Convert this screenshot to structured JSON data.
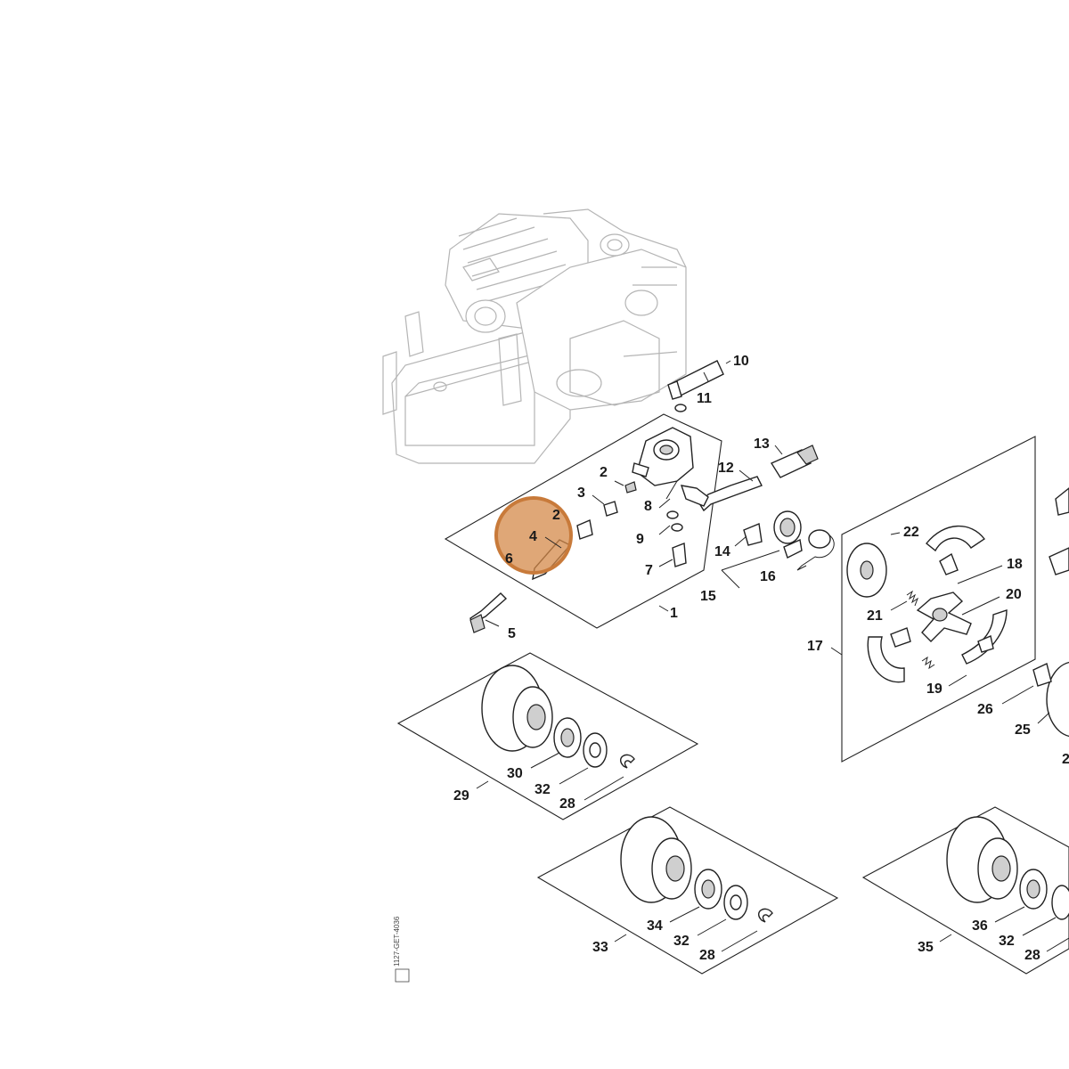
{
  "diagram": {
    "labels": {
      "n1": "1",
      "n2": "2",
      "n2b": "2",
      "n3": "3",
      "n4": "4",
      "n5": "5",
      "n6": "6",
      "n7": "7",
      "n8": "8",
      "n9": "9",
      "n10": "10",
      "n11": "11",
      "n12": "12",
      "n13": "13",
      "n14": "14",
      "n15": "15",
      "n16": "16",
      "n17": "17",
      "n18": "18",
      "n19": "19",
      "n20": "20",
      "n21": "21",
      "n22": "22",
      "n25": "25",
      "n26": "26",
      "n27": "2",
      "n28a": "28",
      "n28b": "28",
      "n28c": "28",
      "n29": "29",
      "n30": "30",
      "n32a": "32",
      "n32b": "32",
      "n32c": "32",
      "n33": "33",
      "n34": "34",
      "n35": "35",
      "n36": "36"
    },
    "highlight": {
      "label": "4",
      "color": "#d4894a"
    },
    "drawing_code": "1127-GET-4036"
  }
}
